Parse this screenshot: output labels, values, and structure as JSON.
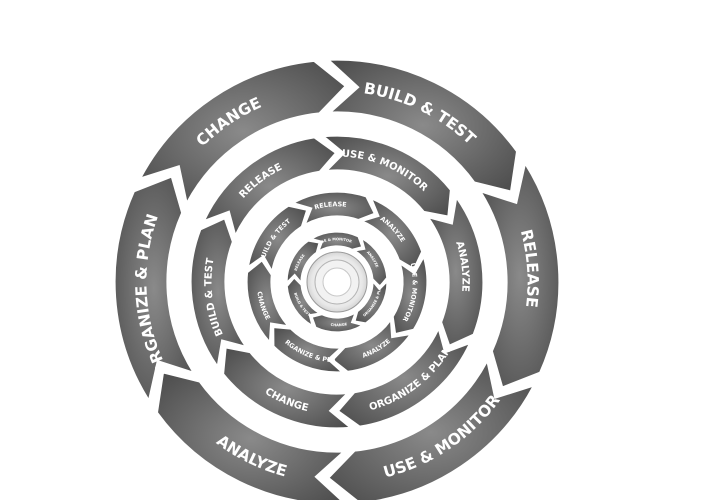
{
  "diagram": {
    "colors": {
      "segment_dark": "#4f4f4f",
      "segment_light": "#8a8a8a",
      "text": "#ffffff",
      "background": "#ffffff"
    },
    "rings": [
      {
        "name": "outer",
        "segments": [
          {
            "label": "CHANGE"
          },
          {
            "label": "BUILD & TEST"
          },
          {
            "label": "RELEASE"
          },
          {
            "label": "USE & MONITOR"
          },
          {
            "label": "ANALYZE"
          },
          {
            "label": "ORGANIZE & PLAN"
          }
        ]
      },
      {
        "name": "middle",
        "segments": [
          {
            "label": "RELEASE"
          },
          {
            "label": "USE & MONITOR"
          },
          {
            "label": "ANALYZE"
          },
          {
            "label": "ORGANIZE & PLAN"
          },
          {
            "label": "CHANGE"
          },
          {
            "label": "BUILD & TEST"
          }
        ]
      },
      {
        "name": "inner",
        "segments": [
          {
            "label": "BUILD & TEST"
          },
          {
            "label": "RELEASE"
          },
          {
            "label": "ANALYZE"
          },
          {
            "label": "USE & MONITOR"
          },
          {
            "label": "ANALYZE"
          },
          {
            "label": "ORGANIZE & PLAN"
          },
          {
            "label": "CHANGE"
          }
        ]
      },
      {
        "name": "tiny",
        "segments": [
          {
            "label": "RELEASE"
          },
          {
            "label": "USE & MONITOR"
          },
          {
            "label": "ANALYZE"
          },
          {
            "label": "ORGANIZE & PLAN"
          },
          {
            "label": "CHANGE"
          },
          {
            "label": "BUILD & TEST"
          }
        ]
      }
    ]
  }
}
